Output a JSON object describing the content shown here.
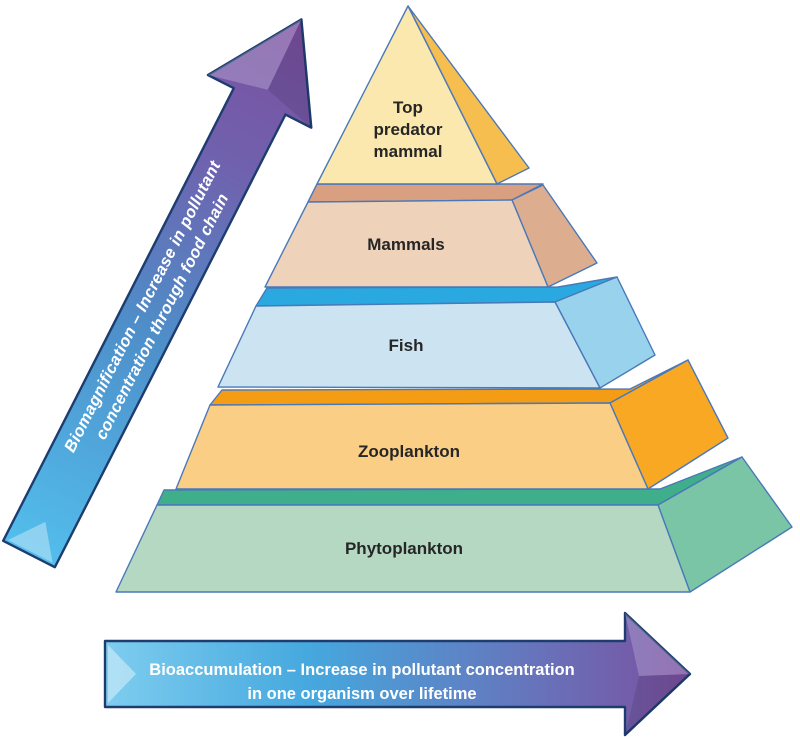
{
  "diagram_title": "Biomagnification and bioaccumulation pyramid",
  "pyramid": {
    "outline_color": "#4A79B8",
    "label_color": "#262626",
    "levels": [
      {
        "label": "Top predator mammal",
        "lines": [
          "Top",
          "predator",
          "mammal"
        ],
        "front_color": "#FBE8AE",
        "side_color": "#F6BE4E",
        "band_color": null
      },
      {
        "label": "Mammals",
        "front_color": "#EFD2BA",
        "side_color": "#DDAD90",
        "band_color": "#D8A081"
      },
      {
        "label": "Fish",
        "front_color": "#CCE4F1",
        "side_color": "#99D2EC",
        "band_color": "#29A9E0"
      },
      {
        "label": "Zooplankton",
        "front_color": "#FBCE85",
        "side_color": "#F8A823",
        "band_color": "#F59C15"
      },
      {
        "label": "Phytoplankton",
        "front_color": "#B4D8C1",
        "side_color": "#7AC5A5",
        "band_color": "#3FAE8A"
      }
    ]
  },
  "arrows": {
    "outline_color": "#1E3C6E",
    "biomagnification": {
      "text_line1": "Biomagnification – Increase in pollutant",
      "text_line2": "concentration through food chain",
      "text_color": "#FFFFFF",
      "gradient": {
        "start": "#52BEEC",
        "mid1": "#4E8EC9",
        "mid2": "#6F62AE",
        "end": "#7C4FA0"
      }
    },
    "bioaccumulation": {
      "text_line1": "Bioaccumulation – Increase in pollutant concentration",
      "text_line2": "in one organism over lifetime",
      "text_color": "#FFFFFF",
      "gradient": {
        "start": "#7ECDEF",
        "mid1": "#45A8DE",
        "mid2": "#6478BE",
        "end": "#7C4FA0"
      }
    }
  }
}
